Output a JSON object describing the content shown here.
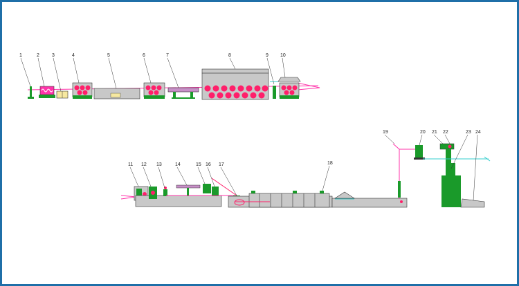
{
  "colors": {
    "frame": "#1f6fa8",
    "machine_fill": "#c8c8c8",
    "green": "#1a9a2a",
    "magenta": "#ff33aa",
    "roller": "#ff1f6a",
    "line": "#333333",
    "cyan": "#33cccc"
  },
  "labels": [
    {
      "id": "1",
      "text": "1"
    },
    {
      "id": "2",
      "text": "2"
    },
    {
      "id": "3",
      "text": "3"
    },
    {
      "id": "4",
      "text": "4"
    },
    {
      "id": "5",
      "text": "5"
    },
    {
      "id": "6",
      "text": "6"
    },
    {
      "id": "7",
      "text": "7"
    },
    {
      "id": "8",
      "text": "8"
    },
    {
      "id": "9",
      "text": "9"
    },
    {
      "id": "10",
      "text": "10"
    },
    {
      "id": "11",
      "text": "11"
    },
    {
      "id": "12",
      "text": "12"
    },
    {
      "id": "13",
      "text": "13"
    },
    {
      "id": "14",
      "text": "14"
    },
    {
      "id": "15",
      "text": "15"
    },
    {
      "id": "16",
      "text": "16"
    },
    {
      "id": "17",
      "text": "17"
    },
    {
      "id": "18",
      "text": "18"
    },
    {
      "id": "19",
      "text": "19"
    },
    {
      "id": "20",
      "text": "20"
    },
    {
      "id": "21",
      "text": "21"
    },
    {
      "id": "22",
      "text": "22"
    },
    {
      "id": "23",
      "text": "23"
    },
    {
      "id": "24",
      "text": "24"
    }
  ]
}
